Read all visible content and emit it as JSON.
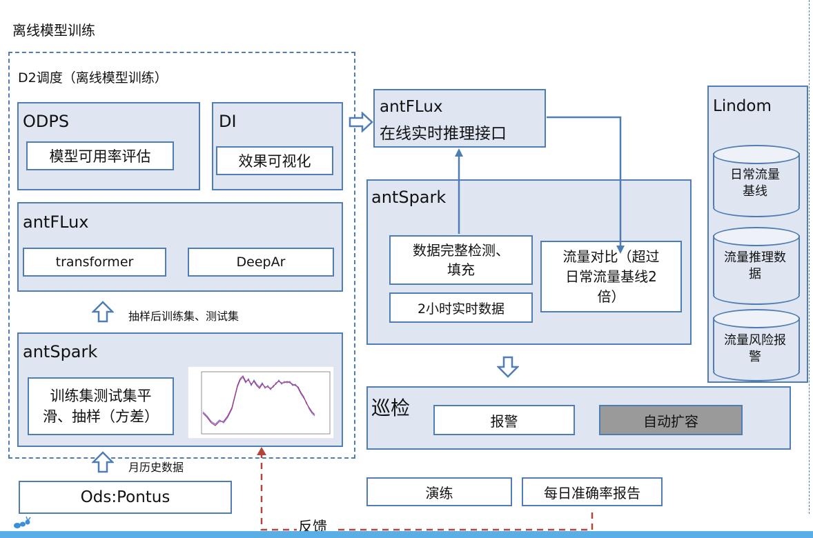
{
  "page_title": "离线模型训练",
  "d2": {
    "title": "D2调度（离线模型训练）",
    "odps": {
      "title": "ODPS",
      "item": "模型可用率评估"
    },
    "di": {
      "title": "DI",
      "item": "效果可视化"
    },
    "antflux": {
      "title": "antFLux",
      "items": [
        "transformer",
        "DeepAr"
      ]
    },
    "sample_label": "抽样后训练集、测试集",
    "antspark": {
      "title": "antSpark",
      "item_line1": "训练集测试集平",
      "item_line2": "滑、抽样（方差）"
    }
  },
  "history_label": "月历史数据",
  "source": "Ods:Pontus",
  "feedback_label": "反馈",
  "online": {
    "title": "antFLux",
    "subtitle": "在线实时推理接口"
  },
  "spark_online": {
    "title": "antSpark",
    "check_line1": "数据完整检测、",
    "check_line2": "填充",
    "realtime": "2小时实时数据",
    "compare_line1": "流量对比（超过",
    "compare_line2": "日常流量基线2",
    "compare_line3": "倍）"
  },
  "inspect": {
    "title": "巡检",
    "alarm": "报警",
    "scale": "自动扩容"
  },
  "drill": "演练",
  "daily_report": "每日准确率报告",
  "lindom": {
    "title": "Lindom",
    "db1_line1": "日常流量",
    "db1_line2": "基线",
    "db2_line1": "流量推理数",
    "db2_line2": "据",
    "db3_line1": "流量风险报",
    "db3_line2": "警"
  },
  "colors": {
    "fill": "#dfe6f2",
    "border": "#4f7db3",
    "feedback": "#b4443a",
    "gray_button": "#9a9a9a"
  }
}
